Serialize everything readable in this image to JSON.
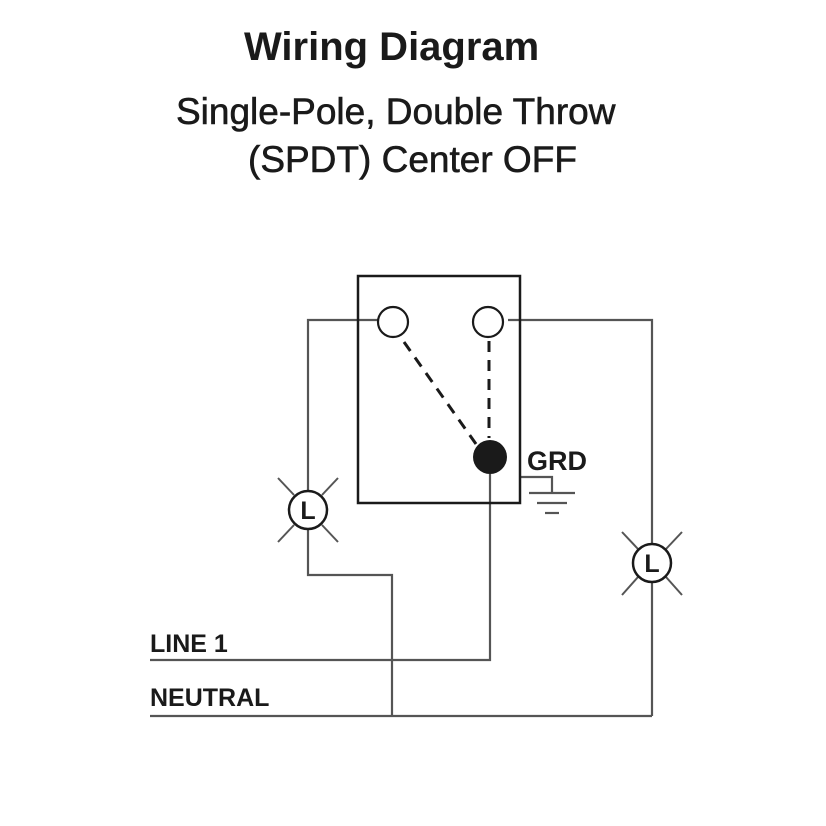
{
  "header": {
    "title": "Wiring Diagram",
    "subtitle_line1": "Single-Pole, Double Throw",
    "subtitle_line2": "(SPDT) Center OFF"
  },
  "diagram": {
    "grd_label": "GRD",
    "lamp_left_label": "L",
    "lamp_right_label": "L",
    "line1_label": "LINE 1",
    "neutral_label": "NEUTRAL"
  },
  "colors": {
    "ink": "#1a1a1a",
    "wire": "#555555",
    "background": "#ffffff"
  }
}
